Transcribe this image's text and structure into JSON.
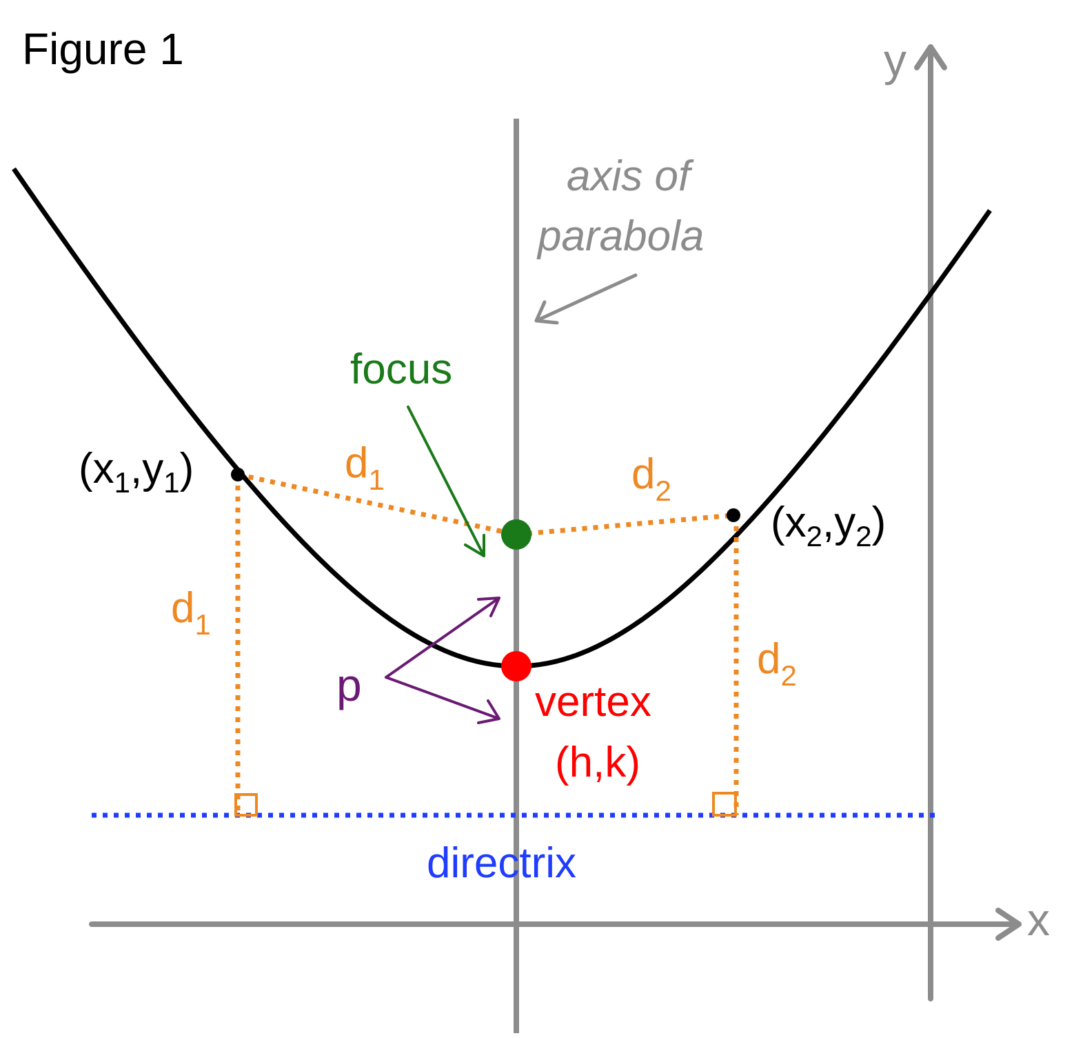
{
  "figure_label": "Figure 1",
  "axes": {
    "x_label": "x",
    "y_label": "y"
  },
  "labels": {
    "axis_of_parabola_line1": "axis of",
    "axis_of_parabola_line2": "parabola",
    "focus": "focus",
    "vertex": "vertex",
    "vertex_coords": "(h,k)",
    "directrix": "directrix",
    "p": "p",
    "point1": {
      "open": "(x",
      "sub1": "1",
      "mid": ",y",
      "sub2": "1",
      "close": ")"
    },
    "point2": {
      "open": "(x",
      "sub1": "2",
      "mid": ",y",
      "sub2": "2",
      "close": ")"
    },
    "d1": {
      "base": "d",
      "sub": "1"
    },
    "d2": {
      "base": "d",
      "sub": "2"
    }
  },
  "colors": {
    "axis_gray": "#8c8c8c",
    "curve": "#000000",
    "focus": "#1a7a1a",
    "vertex": "#ff0000",
    "directrix": "#1f3cff",
    "distance": "#ee8822",
    "p_arrows": "#6a1a74",
    "text_black": "#000000"
  }
}
